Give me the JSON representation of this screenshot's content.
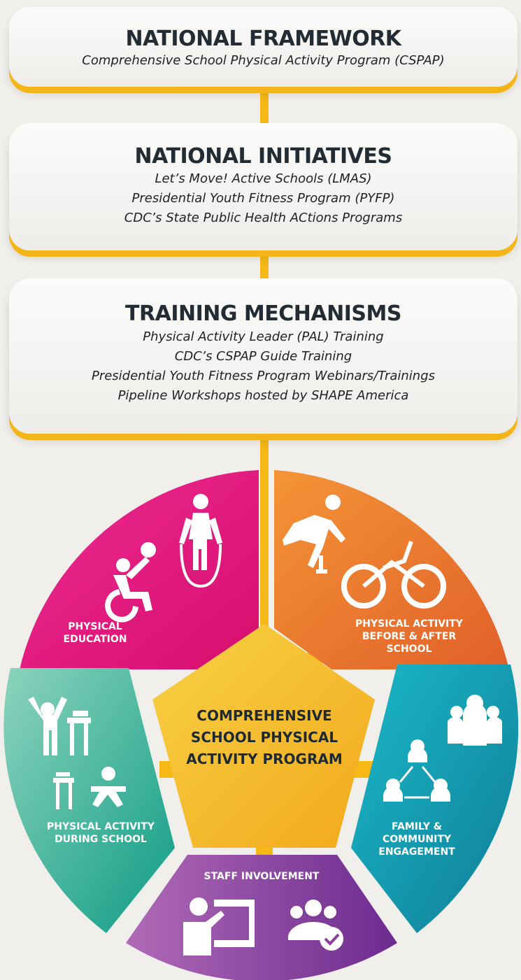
{
  "framework": {
    "title": "NATIONAL FRAMEWORK",
    "lines": [
      "Comprehensive School Physical Activity Program (CSPAP)"
    ]
  },
  "initiatives": {
    "title": "NATIONAL INITIATIVES",
    "lines": [
      "Let’s Move! Active Schools (LMAS)",
      "Presidential Youth Fitness Program (PYFP)",
      "CDC’s State Public Health ACtions Programs"
    ]
  },
  "training": {
    "title": "TRAINING MECHANISMS",
    "lines": [
      "Physical Activity Leader (PAL) Training",
      "CDC’s CSPAP Guide Training",
      "Presidential Youth Fitness Program Webinars/Trainings",
      "Pipeline Workshops hosted by SHAPE America"
    ]
  },
  "wheel": {
    "center": [
      "COMPREHENSIVE",
      "SCHOOL PHYSICAL",
      "ACTIVITY PROGRAM"
    ],
    "segments": {
      "pe": {
        "label": [
          "PHYSICAL",
          "EDUCATION"
        ],
        "color": "#e5177e",
        "icons": [
          "wheelchair-ball-icon",
          "jump-rope-icon"
        ]
      },
      "before_after": {
        "label": [
          "PHYSICAL ACTIVITY",
          "BEFORE & AFTER",
          "SCHOOL"
        ],
        "color": "#ee7b2e",
        "icons": [
          "prosthetic-runner-icon",
          "recumbent-bike-icon"
        ]
      },
      "family": {
        "label": [
          "FAMILY &",
          "COMMUNITY",
          "ENGAGEMENT"
        ],
        "color": "#1a9db8",
        "icons": [
          "group-icon",
          "network-icon"
        ]
      },
      "staff": {
        "label": [
          "STAFF INVOLVEMENT"
        ],
        "color": "#8b3e9e",
        "icons": [
          "presenter-icon",
          "approved-team-icon"
        ]
      },
      "during": {
        "label": [
          "PHYSICAL ACTIVITY",
          "DURING SCHOOL"
        ],
        "color": "#1fae97",
        "icons": [
          "person-desk-icon",
          "desk-stretch-icon"
        ]
      }
    },
    "accent": "#f5b816"
  }
}
